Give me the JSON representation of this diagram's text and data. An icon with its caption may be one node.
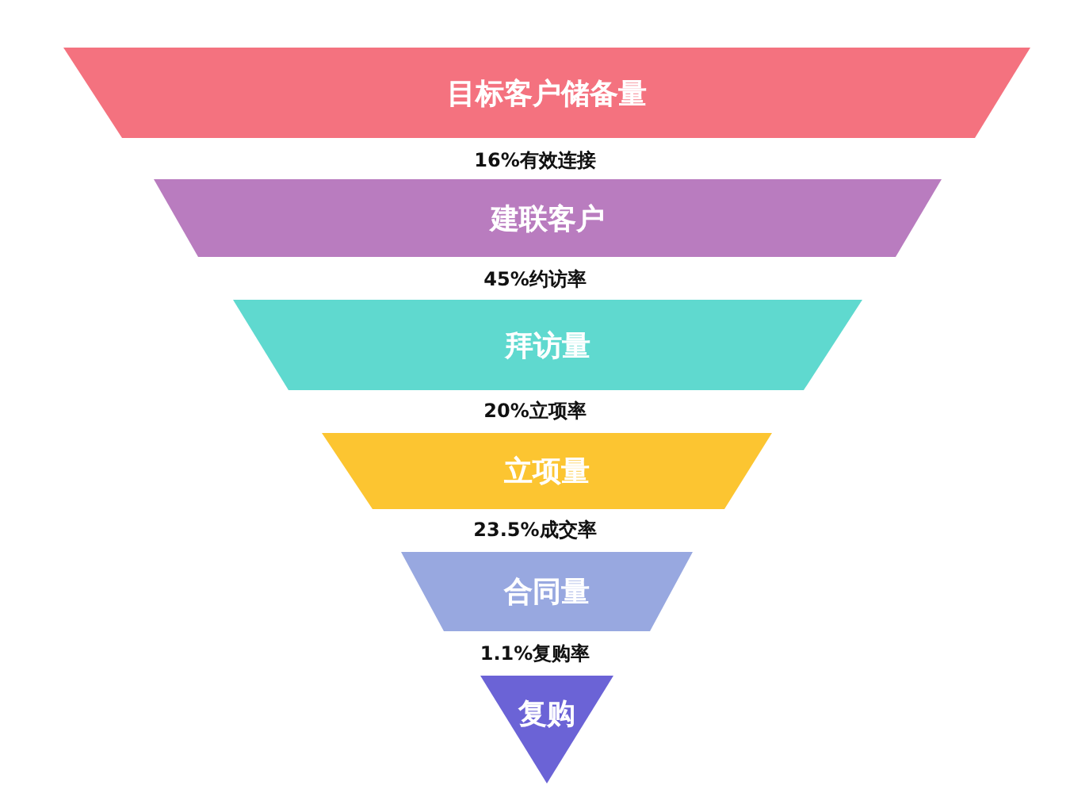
{
  "diagram": {
    "nodes": [
      {
        "text": [
          "目标客户储备量"
        ]
      },
      {
        "text": [
          "建联客户"
        ]
      },
      {
        "text": [
          "拜访量"
        ]
      },
      {
        "text": [
          "立项量"
        ]
      },
      {
        "text": [
          "合同量"
        ]
      },
      {
        "text": [
          "复购"
        ]
      }
    ],
    "labels": [
      "16%有效连接",
      "45%约访率",
      "20%立项率",
      "23.5%成交率",
      "1.1%复购率"
    ]
  }
}
